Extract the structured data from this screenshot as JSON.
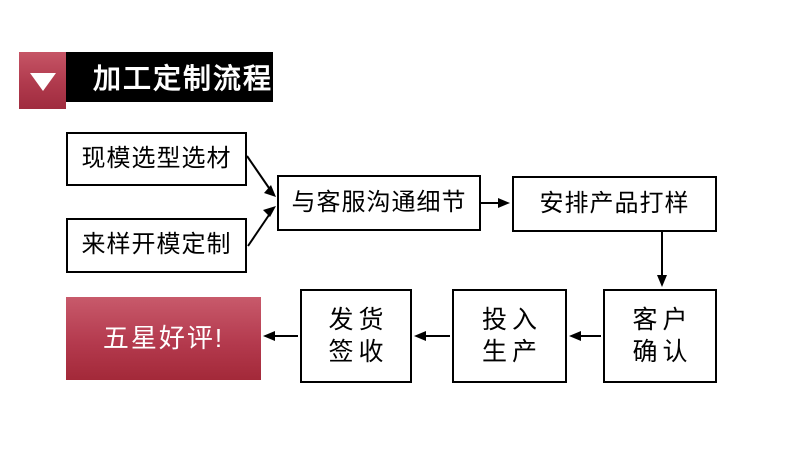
{
  "title": {
    "text": "加工定制流程",
    "marker_icon": "triangle-down-icon"
  },
  "boxes": {
    "xianmo": {
      "label": "现模选型选材"
    },
    "laiyang": {
      "label": "来样开模定制"
    },
    "kefu": {
      "label": "与客服沟通细节"
    },
    "dayang": {
      "label": "安排产品打样"
    },
    "kehu": {
      "line1": "客户",
      "line2": "确认"
    },
    "touru": {
      "line1": "投入",
      "line2": "生产"
    },
    "fahuo": {
      "line1": "发货",
      "line2": "签收"
    },
    "haoping": {
      "label": "五星好评!"
    }
  },
  "flow_order": [
    "现模选型选材 / 来样开模定制",
    "与客服沟通细节",
    "安排产品打样",
    "客户确认",
    "投入生产",
    "发货签收",
    "五星好评!"
  ],
  "colors": {
    "canvas_bg": "#ffffff",
    "title_bar_bg": "#000000",
    "title_text": "#ffffff",
    "accent_red_top": "#c85a6b",
    "accent_red_bottom": "#a32939",
    "box_border": "#000000",
    "box_text": "#000000",
    "arrow": "#000000"
  }
}
